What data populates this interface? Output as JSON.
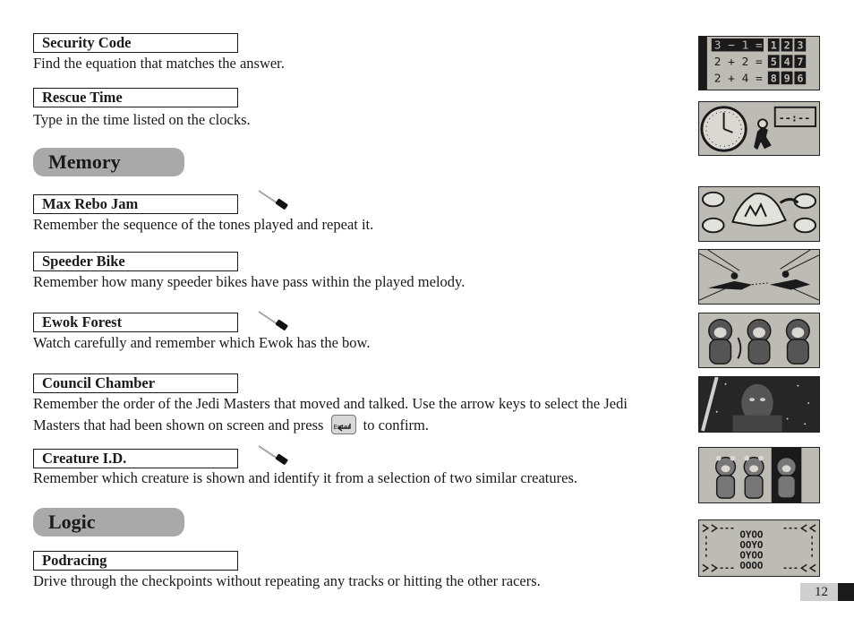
{
  "sections": {
    "memory_heading": "Memory",
    "logic_heading": "Logic"
  },
  "games": [
    {
      "title": "Security Code",
      "description": "Find the equation that matches the answer."
    },
    {
      "title": "Rescue Time",
      "description": "Type in the time listed on the clocks."
    },
    {
      "title": "Max Rebo Jam",
      "description": "Remember the sequence of the tones played and repeat it."
    },
    {
      "title": "Speeder Bike",
      "description": "Remember how many speeder bikes have pass within the played melody."
    },
    {
      "title": "Ewok Forest",
      "description": "Watch carefully and remember which Ewok has the bow."
    },
    {
      "title": "Council Chamber",
      "description_before_key": "Remember the order of the Jedi Masters that moved and talked. Use the arrow keys to select the Jedi Masters that had been shown on screen and press",
      "description_after_key": "to confirm."
    },
    {
      "title": "Creature I.D.",
      "description": "Remember which creature is shown and identify it from a selection of two similar creatures."
    },
    {
      "title": "Podracing",
      "description": "Drive through the checkpoints without repeating any tracks or hitting the other racers."
    }
  ],
  "enter_key_label": "Enter",
  "security_screen": {
    "rows": [
      {
        "equation": "3 − 1 =",
        "choices": [
          "1",
          "2",
          "3"
        ]
      },
      {
        "equation": "2 + 2 =",
        "choices": [
          "5",
          "4",
          "7"
        ]
      },
      {
        "equation": "2 + 4 =",
        "choices": [
          "8",
          "9",
          "6"
        ]
      }
    ]
  },
  "rescue_screen": {
    "time_display": "--:--"
  },
  "podracing_screen": {
    "grid": [
      "OYOO",
      "OOYO",
      "OYOO",
      "OOOO"
    ]
  },
  "page_number": "12",
  "colors": {
    "pill_gray": "#a9a9a9",
    "screen_bg": "#bcbcb4",
    "ink": "#1a1a1a"
  }
}
